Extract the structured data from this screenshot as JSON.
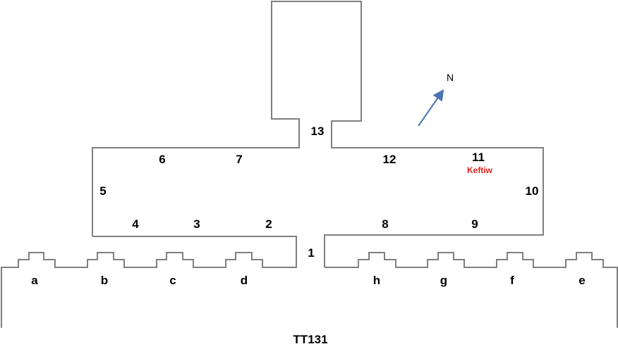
{
  "title": "TT131",
  "north_label": "N",
  "room_numbers": [
    "1",
    "2",
    "3",
    "4",
    "5",
    "6",
    "7",
    "8",
    "9",
    "10",
    "11",
    "12",
    "13"
  ],
  "niche_labels": [
    "a",
    "b",
    "c",
    "d",
    "e",
    "f",
    "g",
    "h"
  ],
  "annotation": {
    "text": "Keftiw",
    "color": "#e0201b"
  },
  "colors": {
    "walls": "#7f7f7f",
    "arrow": "#4a76b0"
  }
}
